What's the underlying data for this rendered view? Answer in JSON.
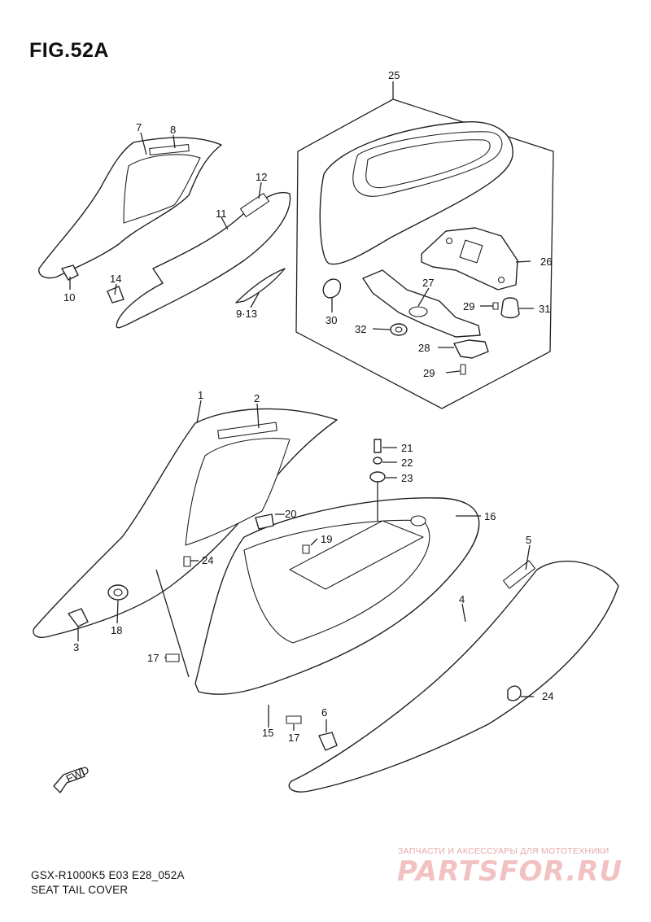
{
  "figure": {
    "title": "FIG.52A"
  },
  "footer": {
    "model_code": "GSX-R1000K5 E03 E28_052A",
    "section_name": "SEAT TAIL COVER"
  },
  "watermark": {
    "caption": "ЗАПЧАСТИ И АКСЕССУАРЫ ДЛЯ МОТОТЕХНИКИ",
    "logo_text": "PARTSFOR.RU"
  },
  "arrow": {
    "label": "FWD"
  },
  "part_numbers": {
    "p1": "1",
    "p2": "2",
    "p3": "3",
    "p4": "4",
    "p5": "5",
    "p6": "6",
    "p7": "7",
    "p8": "8",
    "p9_13": "9·13",
    "p10": "10",
    "p11": "11",
    "p12": "12",
    "p14": "14",
    "p15": "15",
    "p16": "16",
    "p17a": "17",
    "p17b": "17",
    "p18": "18",
    "p19": "19",
    "p20": "20",
    "p21": "21",
    "p22": "22",
    "p23": "23",
    "p24a": "24",
    "p24b": "24",
    "p25": "25",
    "p26": "26",
    "p27": "27",
    "p28": "28",
    "p29a": "29",
    "p29b": "29",
    "p30": "30",
    "p31": "31",
    "p32": "32"
  }
}
